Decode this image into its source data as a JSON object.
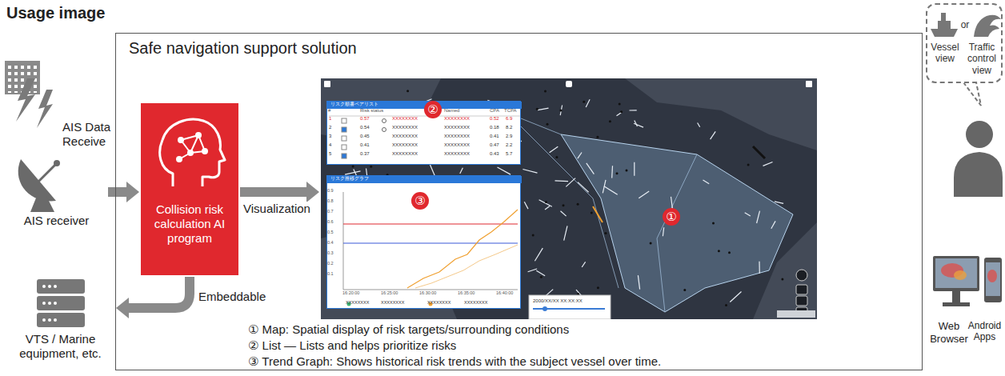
{
  "diagram": {
    "title": "Usage image",
    "nodes": [
      {
        "text": [
          "Safe navigation support solution"
        ]
      },
      {
        "text": [
          "Collision risk calculation AI program"
        ],
        "in": 0
      },
      {
        "text": [
          "AIS receiver"
        ]
      },
      {
        "text": [
          "VTS / Marine equipment, etc."
        ]
      },
      {
        "text": [
          "①"
        ],
        "in": 0
      },
      {
        "text": [
          "リスク順番ペアリスト",
          "②"
        ],
        "in": 4
      },
      {
        "text": [
          "リスク推移グラフ",
          "③"
        ],
        "in": 4
      },
      {
        "text": [
          "Vessel view",
          "or",
          "Traffic control view"
        ]
      }
    ],
    "edges": [
      {
        "from": 2,
        "to": 1,
        "arrow": "to"
      },
      {
        "from": 1,
        "to": 4,
        "arrow": "to",
        "label": "Visualization"
      },
      {
        "from": 1,
        "to": 3,
        "arrow": "to",
        "label": "Embeddable"
      }
    ],
    "labels": [
      "AIS Data Receive",
      "① Map: Spatial display of risk targets/surrounding conditions",
      "② List — Lists and helps prioritize risks",
      "③ Trend Graph: Shows historical risk trends with the subject vessel over time.",
      "Web Browser",
      "Android Apps",
      "#",
      "Risk status",
      "Named",
      "CPA",
      "TCPA",
      "1",
      "0.57",
      "XXXXXXXX",
      "XXXXXXXX",
      "0.52",
      "6.9",
      "2",
      "0.54",
      "XXXXXXXX",
      "XXXXXXXX",
      "0.18",
      "8.2",
      "3",
      "0.45",
      "XXXXXXXX",
      "XXXXXXXX",
      "0.41",
      "2.9",
      "4",
      "0.41",
      "XXXXXXXX",
      "XXXXXXXX",
      "0.47",
      "2.2",
      "5",
      "0.37",
      "XXXXXXXX",
      "XXXXXXXX",
      "0.43",
      "5.7",
      "XXXXXXXX",
      "XXXXXXXX",
      "XXXXXXXX",
      "XXXXXXXX",
      "2000/XX/XX XX:XX:XX",
      "0.9",
      "0.8",
      "0.7",
      "0.6",
      "0.5",
      "0.4",
      "0.3",
      "0.2",
      "0.1",
      "16:20:00",
      "16:25:00",
      "16:30:00",
      "16:35:00",
      "16:40:00"
    ]
  }
}
